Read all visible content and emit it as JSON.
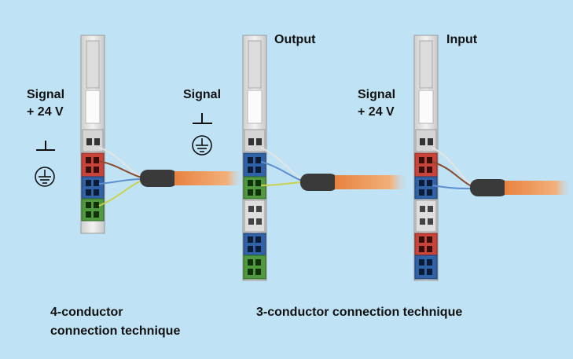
{
  "labels": {
    "left_signal": "Signal",
    "left_voltage": "+ 24 V",
    "mid_signal": "Signal",
    "mid_title": "Output",
    "right_signal": "Signal",
    "right_voltage": "+ 24 V",
    "right_title": "Input"
  },
  "captions": {
    "four_conductor_line1": "4-conductor",
    "four_conductor_line2": "connection technique",
    "three_conductor": "3-conductor connection technique"
  },
  "icons": {
    "ground": "ground-symbol-icon",
    "protective_earth": "protective-earth-icon"
  },
  "colors": {
    "background": "#bfe3f5",
    "red": "#c8433a",
    "blue": "#2f62a6",
    "green": "#4f9a3f",
    "cable": "#e8823f",
    "module": "#e6e6e6"
  }
}
